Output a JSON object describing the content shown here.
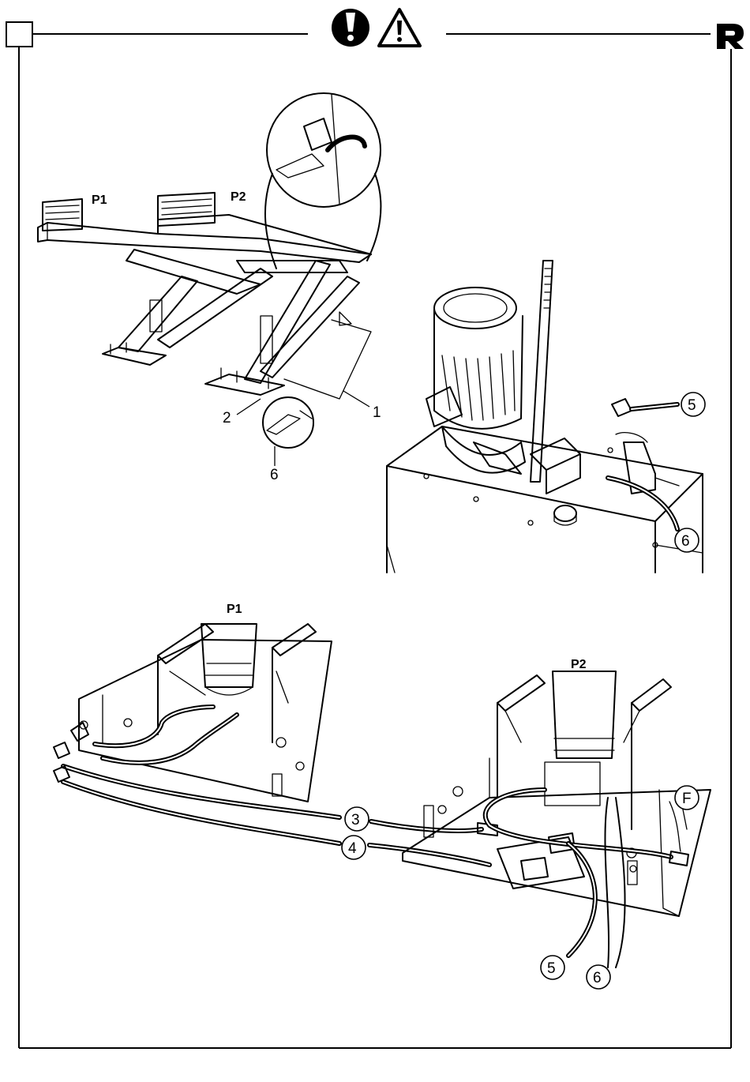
{
  "header": {
    "warning_icons": [
      "exclamation-icon",
      "warning-triangle-icon"
    ],
    "logo": "r-logo"
  },
  "top_figure": {
    "label_p1": "P1",
    "label_p2": "P2",
    "callout_1": "1",
    "callout_2": "2",
    "callout_6": "6",
    "callout_5_circle": "5",
    "callout_6_circle": "6"
  },
  "bottom_figure": {
    "label_p1": "P1",
    "label_p2": "P2",
    "callout_3": "3",
    "callout_4": "4",
    "callout_5": "5",
    "callout_6": "6",
    "callout_f": "F"
  },
  "colors": {
    "ink": "#000000",
    "paper": "#ffffff"
  }
}
